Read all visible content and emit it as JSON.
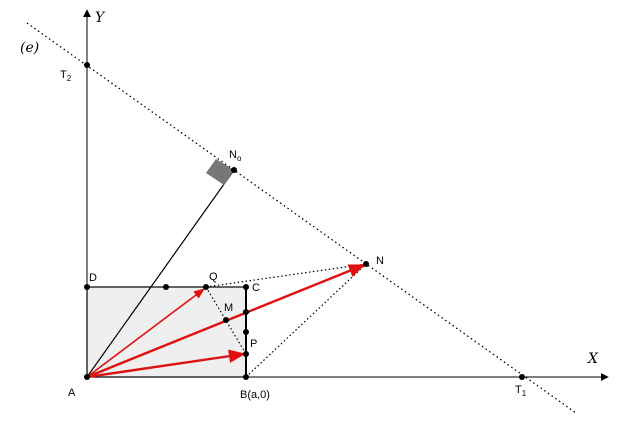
{
  "panel_label": "(e)",
  "axes": {
    "x_label": "X",
    "y_label": "Y"
  },
  "points": {
    "A": "A",
    "B": "B(a,0)",
    "C": "C",
    "D": "D",
    "Q": "Q",
    "M": "M",
    "P": "P",
    "N": "N",
    "No_main": "N",
    "No_sub": "o",
    "T1_main": "T",
    "T1_sub": "1",
    "T2_main": "T",
    "T2_sub": "2"
  },
  "colors": {
    "rectangle_fill": "#efefef",
    "vector_red": "#e01010",
    "right_angle_marker": "#777777",
    "line": "#000000"
  }
}
